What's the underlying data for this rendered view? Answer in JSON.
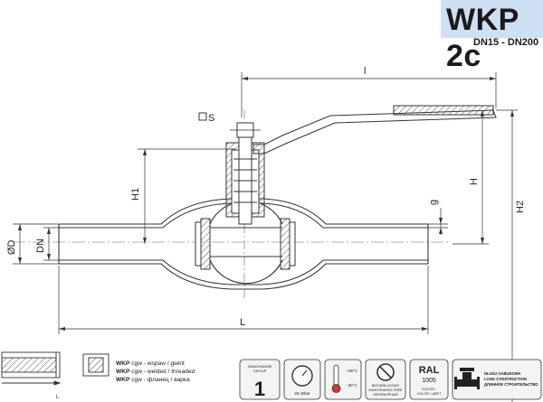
{
  "header": {
    "title": "WKP 2c",
    "subtitle": "DN15 - DN200"
  },
  "dimensions": {
    "l": "l",
    "s": "S",
    "h1": "H1",
    "h": "H",
    "h2": "H2",
    "g": "g",
    "od": "ØD",
    "dn": "DN",
    "L": "L",
    "bottom_l": "L"
  },
  "legend": {
    "rows": [
      {
        "model": "WKP",
        "code": "cgw",
        "desc": " - wspaw / gwint"
      },
      {
        "model": "WKP",
        "code": "cgw",
        "desc": " - welded / threaded"
      },
      {
        "model": "WKP",
        "code": "cgw",
        "desc": " - фланец / варка"
      }
    ]
  },
  "badges": {
    "group": {
      "label1": "ZNAKOWANIE",
      "label2": "GROUP",
      "value": "1"
    },
    "pressure": {
      "value": "25-40bar"
    },
    "temperature": {
      "high": "+80°C",
      "low": "-30°C"
    },
    "maintenance": {
      "l1": "BEZOBSŁUGOWY",
      "l2": "MAINTENANCE-FREE",
      "l3": "НЕРАЗБОРНЫЙ"
    },
    "ral": {
      "title": "RAL",
      "value": "1005",
      "l1": "KOLOR /",
      "l2": "COLOR / ЦВЕТ"
    },
    "construction": {
      "l1": "DŁUGA ZABUDOWA",
      "l2": "LONG CONSTRUCTION",
      "l3": "ДЛИННОЕ СТРОИТЕЛЬСТВО"
    }
  }
}
